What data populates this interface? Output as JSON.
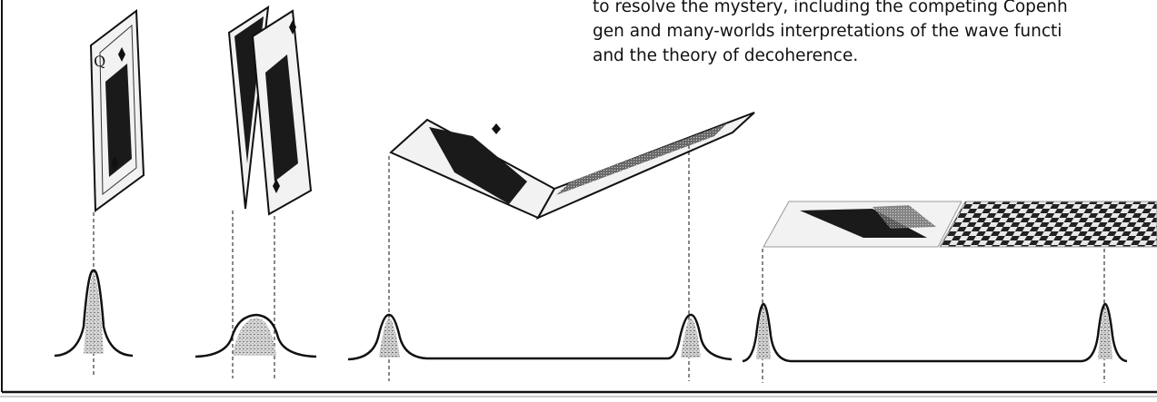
{
  "caption": {
    "lines": [
      "to resolve the mystery, including the competing Copenh",
      "gen and many-worlds interpretations of the wave functi",
      "and the theory of decoherence."
    ]
  },
  "colors": {
    "ink": "#111111",
    "card_face": "#f2f2f2",
    "card_dark": "#1a1a1a",
    "peak_fill": "#8c8c8c"
  },
  "icons": [
    "queen-of-diamonds-card",
    "card-back-pattern"
  ]
}
